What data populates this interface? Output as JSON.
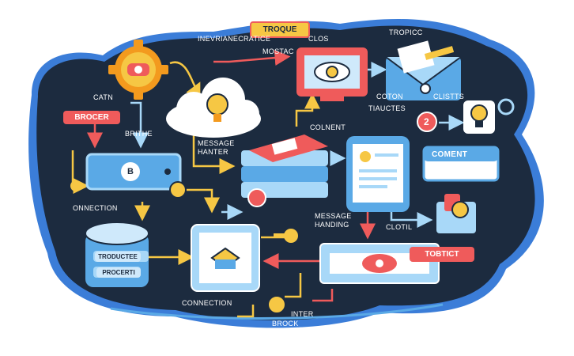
{
  "labels": {
    "troque": "TROQUE",
    "inevrianecratice": "INEVRIANECRATICE",
    "clos": "CLOS",
    "tropicc": "TROPICC",
    "mostac": "MOSTAC",
    "catn": "CATN",
    "broker_badge": "BROCER",
    "brithe": "BRITHE",
    "colnent": "COLNENT",
    "tiaucteg": "TIAUCTES",
    "coton": "COTON",
    "clistts": "CLISTTS",
    "message_hanter": "MESSAGE\nHANTER",
    "coment": "COMENT",
    "onnection": "ONNECTION",
    "message_handing": "MESSAGE\nHANDING",
    "clotil": "CLOTIL",
    "troducte": "TRODUCTEE",
    "procerti": "PROCERTI",
    "tobtict": "TOBTICT",
    "connection": "CONNECTION",
    "inter": "INTER",
    "brock": "BROCK",
    "badge_number": "2",
    "device_letter": "B"
  },
  "colors": {
    "navy": "#1c2b3f",
    "blue": "#5aa9e6",
    "light_blue": "#a8d8f8",
    "red": "#ef5b5b",
    "yellow": "#f6c744",
    "orange": "#f39a1e",
    "white": "#ffffff",
    "outer": "#3b7dd8"
  },
  "icons": [
    "gear-icon",
    "cloud-lightbulb-icon",
    "eye-monitor-icon",
    "envelope-icon",
    "lightbulb-icon",
    "router-device-icon",
    "server-stack-icon",
    "smartphone-icon",
    "tablet-icon",
    "storage-drum-icon",
    "conveyor-icon",
    "package-icon",
    "key-icon"
  ]
}
